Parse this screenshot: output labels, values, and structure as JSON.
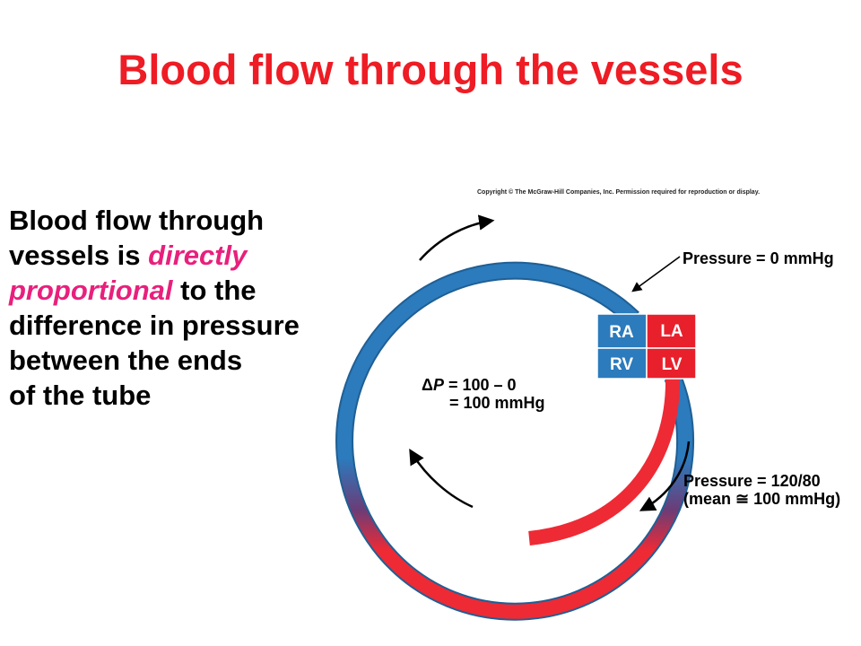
{
  "title": "Blood flow through the vessels",
  "body": {
    "line1": "Blood flow through",
    "line2_pre": "vessels is ",
    "line2_em": "directly",
    "line3_em": "proportional",
    "line3_post": " to the",
    "line4": "difference in pressure",
    "line5": "between the ends",
    "line6": "of the tube"
  },
  "diagram": {
    "copyright": "Copyright © The McGraw-Hill Companies, Inc. Permission required for reproduction or display.",
    "chambers": {
      "ra": "RA",
      "la": "LA",
      "rv": "RV",
      "lv": "LV"
    },
    "pressure_top": "Pressure = 0 mmHg",
    "pressure_bottom_1": "Pressure = 120/80",
    "pressure_bottom_2": "(mean ≅ 100 mmHg)",
    "delta_symbol": "Δ",
    "delta_var": "P",
    "delta_eq": " = 100 – 0",
    "delta_result": "= 100 mmHg"
  },
  "colors": {
    "title": "#ee1c24",
    "emphasis": "#e8207c",
    "venous": "#2b7bbd",
    "arterial": "#ee2a35",
    "atria_left": "#e8202c"
  }
}
